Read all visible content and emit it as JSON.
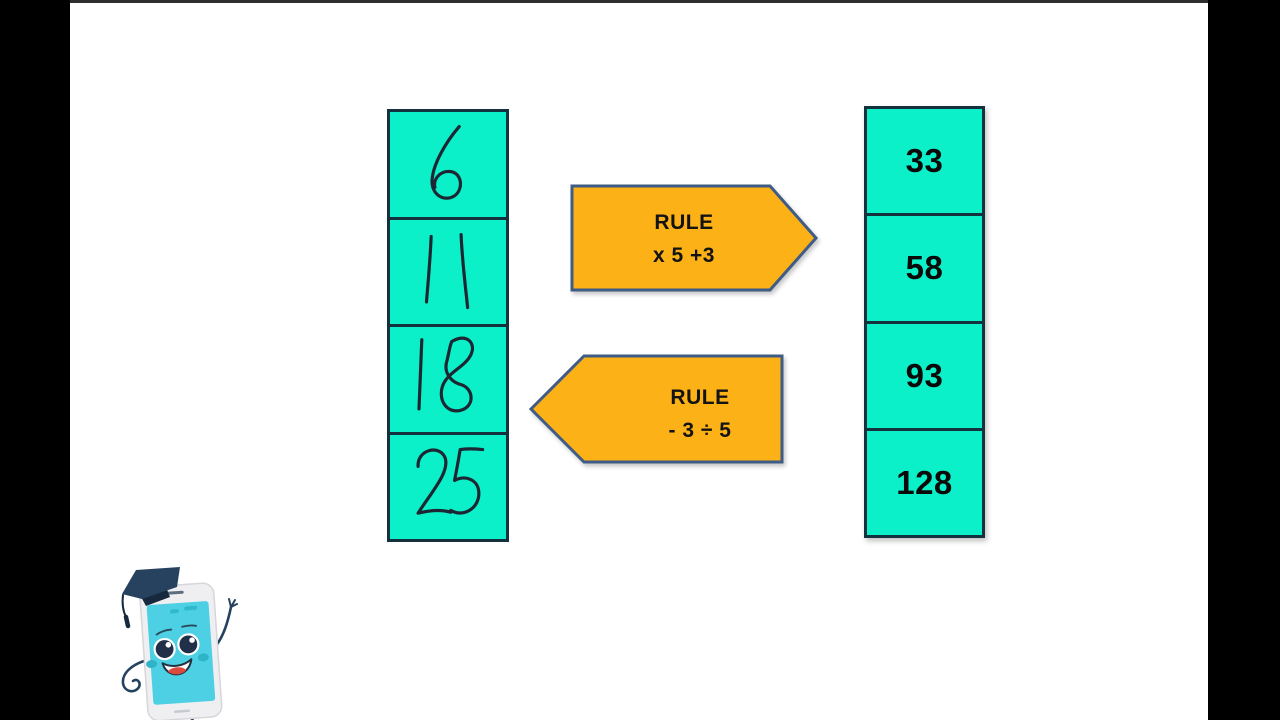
{
  "slide": {
    "type": "math-function-machine-lesson",
    "background": "#ffffff",
    "letterbox": "#000000"
  },
  "colors": {
    "cell_fill": "#0cf0c9",
    "cell_border": "#14323d",
    "arrow_fill": "#fcb117",
    "arrow_border": "#3e5c85",
    "number_ink": "#0a0a0a",
    "handwriting_ink": "#1c2733",
    "mascot_screen": "#4dd0e3",
    "mascot_navy": "#24425f"
  },
  "input_column": {
    "values": [
      "6",
      "11",
      "18",
      "25"
    ]
  },
  "output_column": {
    "values": [
      "33",
      "58",
      "93",
      "128"
    ]
  },
  "rule_forward": {
    "title": "RULE",
    "formula": "x 5 +3",
    "direction": "right"
  },
  "rule_inverse": {
    "title": "RULE",
    "formula": "- 3 ÷ 5",
    "direction": "left"
  },
  "mascot": {
    "alt": "Smiling smartphone mascot wearing a graduation cap and waving"
  }
}
